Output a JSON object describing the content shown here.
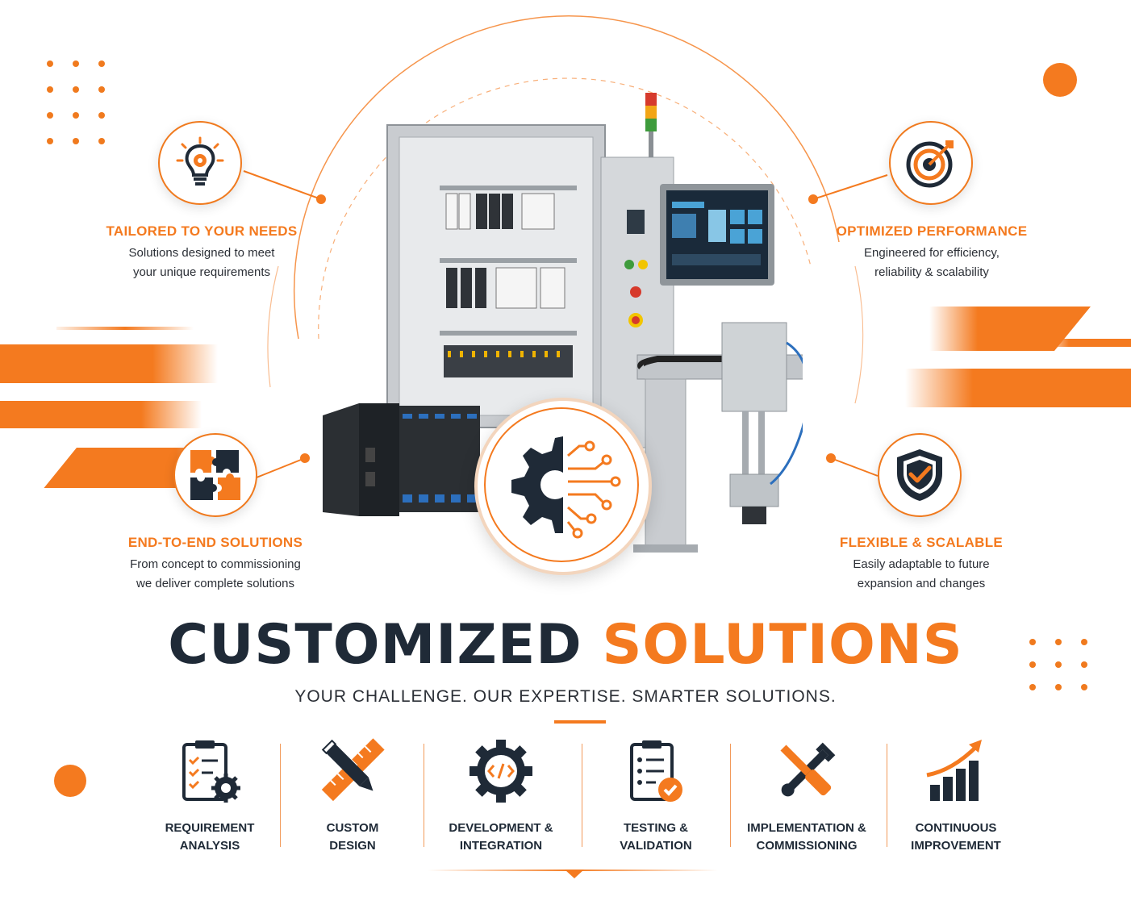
{
  "colors": {
    "accent": "#f47a1f",
    "dark": "#1f2a37"
  },
  "headline": {
    "part1": "CUSTOMIZED",
    "part2": "SOLUTIONS"
  },
  "subtitle": "YOUR CHALLENGE. OUR EXPERTISE. SMARTER SOLUTIONS.",
  "features": [
    {
      "icon": "lightbulb-gear-icon",
      "title": "TAILORED TO YOUR NEEDS",
      "line1": "Solutions designed to meet",
      "line2": "your unique requirements"
    },
    {
      "icon": "target-icon",
      "title": "OPTIMIZED PERFORMANCE",
      "line1": "Engineered for efficiency,",
      "line2": "reliability & scalability"
    },
    {
      "icon": "puzzle-icon",
      "title": "END-TO-END SOLUTIONS",
      "line1": "From concept to commissioning",
      "line2": "we deliver complete solutions"
    },
    {
      "icon": "shield-check-icon",
      "title": "FLEXIBLE & SCALABLE",
      "line1": "Easily adaptable to future",
      "line2": "expansion and changes"
    }
  ],
  "steps": [
    {
      "icon": "clipboard-gear-icon",
      "line1": "REQUIREMENT",
      "line2": "ANALYSIS"
    },
    {
      "icon": "pencil-ruler-icon",
      "line1": "CUSTOM",
      "line2": "DESIGN"
    },
    {
      "icon": "code-gear-icon",
      "line1": "DEVELOPMENT &",
      "line2": "INTEGRATION"
    },
    {
      "icon": "clipboard-check-icon",
      "line1": "TESTING &",
      "line2": "VALIDATION"
    },
    {
      "icon": "wrench-screwdriver-icon",
      "line1": "IMPLEMENTATION &",
      "line2": "COMMISSIONING"
    },
    {
      "icon": "growth-chart-icon",
      "line1": "CONTINUOUS",
      "line2": "IMPROVEMENT"
    }
  ]
}
